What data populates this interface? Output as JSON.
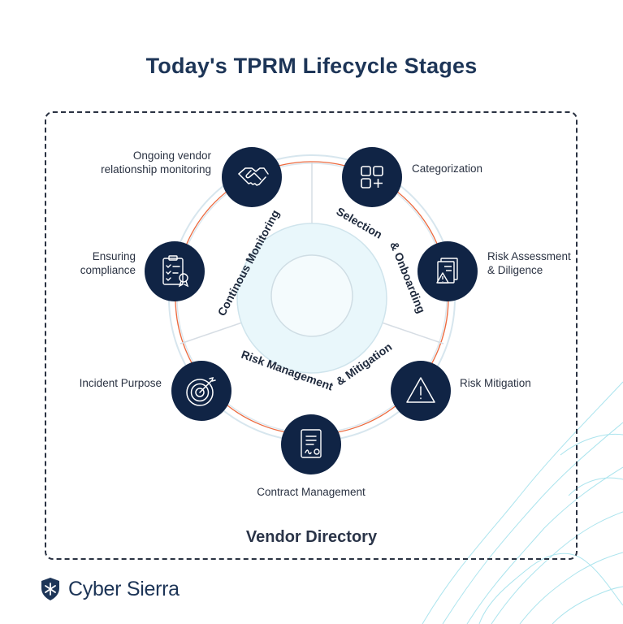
{
  "title": "Today's TPRM Lifecycle Stages",
  "phases": {
    "continuous": "Continous Monitoring",
    "selection": "Selection & Onboarding",
    "risk": "Risk Management & Mitigation"
  },
  "stages": {
    "ongoing": {
      "line1": "Ongoing vendor",
      "line2": "relationship monitoring"
    },
    "categorization": "Categorization",
    "compliance": {
      "line1": "Ensuring",
      "line2": "compliance"
    },
    "assessment": {
      "line1": "Risk Assessment",
      "line2": "& Diligence"
    },
    "incident": "Incident Purpose",
    "mitigation": "Risk Mitigation",
    "contract": "Contract Management"
  },
  "footer": "Vendor Directory",
  "brand": "Cyber Sierra",
  "colors": {
    "navy": "#102445",
    "orange": "#ec6a3f",
    "light_blue": "#e9f7fb"
  }
}
